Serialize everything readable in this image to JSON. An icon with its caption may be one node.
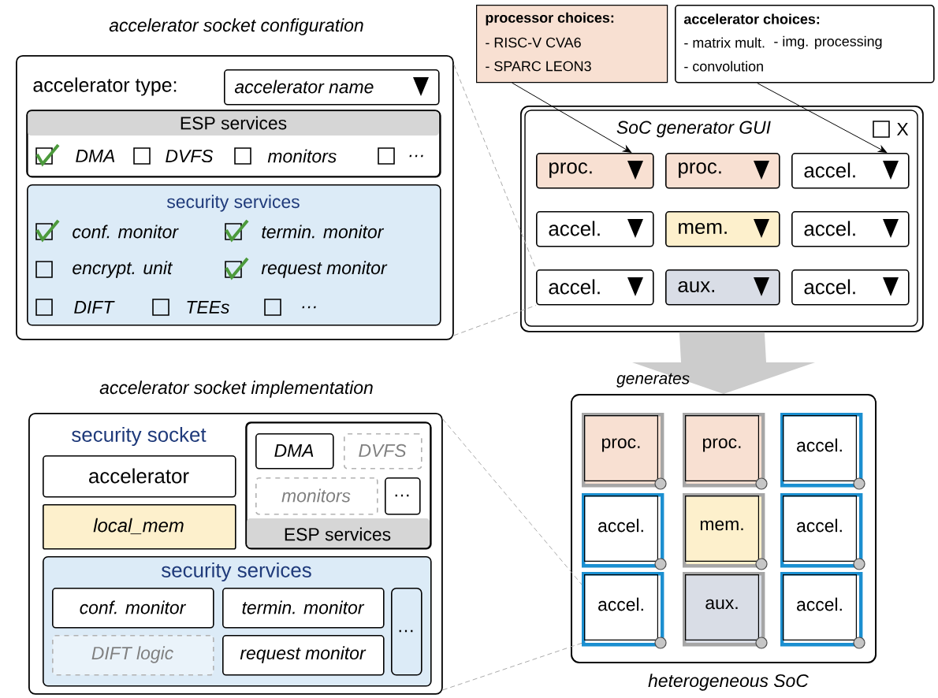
{
  "diagram": {
    "nodes": [
      {
        "text": [
          "accelerator socket configuration",
          "accelerator type:"
        ]
      },
      {
        "text": [
          "accelerator name"
        ],
        "in": 0
      },
      {
        "text": [
          "ESP services",
          "DMA",
          "DVFS",
          "monitors",
          "…"
        ],
        "in": 0
      },
      {
        "text": [
          "security services",
          "conf. monitor",
          "termin. monitor",
          "encrypt. unit",
          "request monitor",
          "DIFT",
          "TEEs",
          "…"
        ],
        "in": 0
      },
      {
        "text": [
          "processor choices:",
          "- RISC-V CVA6",
          "- SPARC LEON3"
        ]
      },
      {
        "text": [
          "accelerator choices:",
          "- matrix mult.",
          "- img. processing",
          "- convolution"
        ]
      },
      {
        "text": [
          "SoC generator GUI",
          "X"
        ]
      },
      {
        "text": [
          "proc."
        ],
        "in": 6
      },
      {
        "text": [
          "proc."
        ],
        "in": 6
      },
      {
        "text": [
          "accel."
        ],
        "in": 6
      },
      {
        "text": [
          "accel."
        ],
        "in": 6
      },
      {
        "text": [
          "mem."
        ],
        "in": 6
      },
      {
        "text": [
          "accel."
        ],
        "in": 6
      },
      {
        "text": [
          "accel."
        ],
        "in": 6
      },
      {
        "text": [
          "aux."
        ],
        "in": 6
      },
      {
        "text": [
          "accel."
        ],
        "in": 6
      },
      {
        "text": [
          "accelerator socket implementation",
          "security socket"
        ]
      },
      {
        "text": [
          "accelerator"
        ],
        "in": 16
      },
      {
        "text": [
          "local_mem"
        ],
        "in": 16
      },
      {
        "text": [
          "ESP services"
        ],
        "in": 16
      },
      {
        "text": [
          "DMA"
        ],
        "in": 19
      },
      {
        "text": [
          "DVFS"
        ],
        "in": 19
      },
      {
        "text": [
          "monitors"
        ],
        "in": 19
      },
      {
        "text": [
          "…"
        ],
        "in": 19
      },
      {
        "text": [
          "security services"
        ],
        "in": 16
      },
      {
        "text": [
          "conf. monitor"
        ],
        "in": 24
      },
      {
        "text": [
          "termin. monitor"
        ],
        "in": 24
      },
      {
        "text": [
          "DIFT logic"
        ],
        "in": 24
      },
      {
        "text": [
          "request monitor"
        ],
        "in": 24
      },
      {
        "text": [
          "…"
        ],
        "in": 24
      },
      {
        "text": [
          "heterogeneous SoC"
        ]
      },
      {
        "text": [
          "proc."
        ],
        "in": 30
      },
      {
        "text": [
          "proc."
        ],
        "in": 30
      },
      {
        "text": [
          "accel."
        ],
        "in": 30
      },
      {
        "text": [
          "accel."
        ],
        "in": 30
      },
      {
        "text": [
          "mem."
        ],
        "in": 30
      },
      {
        "text": [
          "accel."
        ],
        "in": 30
      },
      {
        "text": [
          "accel."
        ],
        "in": 30
      },
      {
        "text": [
          "aux."
        ],
        "in": 30
      },
      {
        "text": [
          "accel."
        ],
        "in": 30
      }
    ],
    "edges": [
      {
        "from": 4,
        "to": 7,
        "arrow": "to",
        "color": "#000000"
      },
      {
        "from": 5,
        "to": 9,
        "arrow": "to",
        "color": "#000000"
      },
      {
        "from": 6,
        "to": 30,
        "arrow": "to",
        "label": "generates",
        "style": "thick",
        "color": "#cccccc"
      },
      {
        "from": 0,
        "to": 13,
        "arrow": "none",
        "style": "dashed",
        "color": "#aaaaaa"
      },
      {
        "from": 0,
        "to": 13,
        "arrow": "none",
        "style": "dashed",
        "color": "#aaaaaa"
      },
      {
        "from": 16,
        "to": 37,
        "arrow": "none",
        "style": "dashed",
        "color": "#aaaaaa"
      },
      {
        "from": 16,
        "to": 37,
        "arrow": "none",
        "style": "dashed",
        "color": "#aaaaaa"
      }
    ]
  }
}
